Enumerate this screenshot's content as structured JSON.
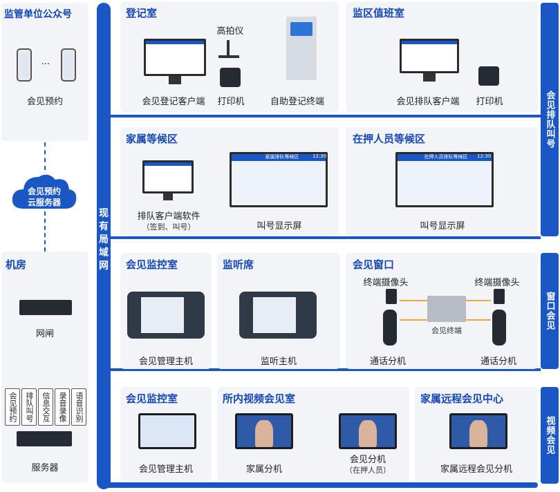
{
  "left": {
    "wechat_title": "监管单位公众号",
    "ellipsis": "···",
    "appointment_label": "会见预约",
    "cloud_label_1": "会见预约",
    "cloud_label_2": "云服务器",
    "machine_room_title": "机房",
    "gateway_label": "网闸",
    "server_badges": [
      "会见预约",
      "排队叫号",
      "信息交互",
      "录音录像",
      "语音识别"
    ],
    "server_label": "服务器"
  },
  "bus": {
    "label": "现有局域网"
  },
  "sidebar": {
    "queue": "会见排队叫号",
    "window": "窗口会见",
    "video": "视频会见"
  },
  "registration": {
    "title": "登记室",
    "camera_label": "高拍仪",
    "client_label": "会见登记客户端",
    "printer_label": "打印机",
    "kiosk_label": "自助登记终端"
  },
  "duty": {
    "title": "监区值班室",
    "client_label": "会见排队客户端",
    "printer_label": "打印机"
  },
  "family_wait": {
    "title": "家属等候区",
    "software_label": "排队客户端软件",
    "software_sub": "（签到、叫号）",
    "display_label": "叫号显示屏",
    "screen_header": "家属排队等候区",
    "screen_time": "12:30"
  },
  "inmate_wait": {
    "title": "在押人员等候区",
    "display_label": "叫号显示屏",
    "screen_header": "在押人员排队等候区",
    "screen_time": "12:30"
  },
  "monitor_room_1": {
    "title": "会见监控室",
    "label": "会见管理主机"
  },
  "listen": {
    "title": "监听席",
    "label": "监听主机"
  },
  "window": {
    "title": "会见窗口",
    "camera_left": "终端摄像头",
    "camera_right": "终端摄像头",
    "terminal_label": "会见终端",
    "phone_left": "通话分机",
    "phone_right": "通话分机"
  },
  "monitor_room_2": {
    "title": "会见监控室",
    "label": "会见管理主机"
  },
  "video_room": {
    "title": "所内视频会见室",
    "family_label": "家属分机",
    "inmate_label": "会见分机",
    "inmate_sub": "（在押人员）"
  },
  "remote": {
    "title": "家属远程会见中心",
    "label": "家属远程会见分机"
  },
  "colors": {
    "accent": "#1a56c4",
    "title": "#1447b3",
    "panel": "#f3f4f8",
    "orange": "#f4a53a"
  }
}
